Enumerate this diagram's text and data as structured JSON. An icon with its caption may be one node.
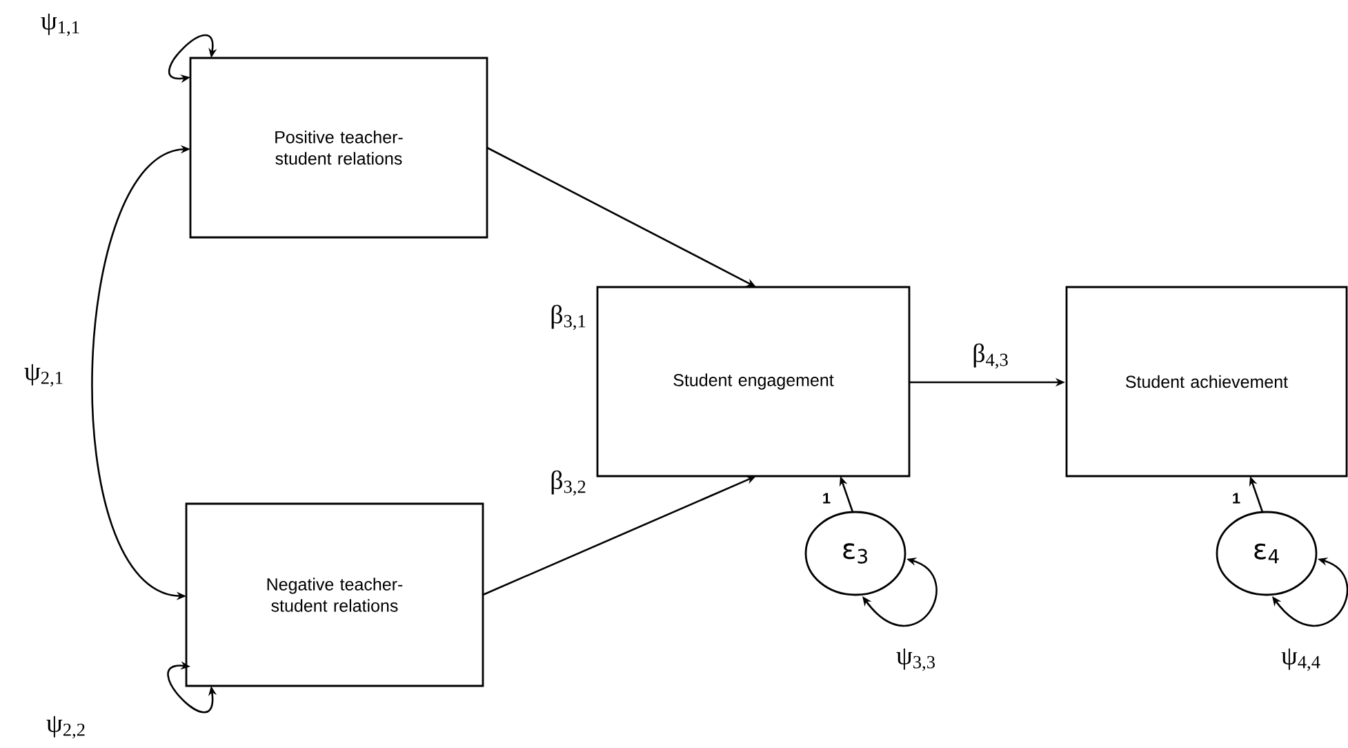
{
  "diagram": {
    "nodes": [
      {
        "text": [
          "Positive teacher-student relations"
        ]
      },
      {
        "text": [
          "Negative teacher-student relations"
        ]
      },
      {
        "text": [
          "Student engagement"
        ]
      },
      {
        "text": [
          "Student achievement"
        ]
      },
      {
        "text": [
          "ε$_{3}$"
        ]
      },
      {
        "text": [
          "ε$_{4}$"
        ]
      }
    ],
    "edges": [
      {
        "from": 0,
        "to": 2,
        "arrow": "to",
        "label": "β$_{3,1}$"
      },
      {
        "from": 1,
        "to": 2,
        "arrow": "to",
        "label": "β$_{3,2}$"
      },
      {
        "from": 2,
        "to": 3,
        "arrow": "to",
        "label": "β$_{4,3}$"
      },
      {
        "from": 4,
        "to": 2,
        "arrow": "to",
        "label": "1"
      },
      {
        "from": 5,
        "to": 3,
        "arrow": "to",
        "label": "1"
      },
      {
        "from": 0,
        "to": 1,
        "arrow": "both",
        "label": "ψ$_{2,1}$"
      },
      {
        "from": 0,
        "to": 0,
        "arrow": "both",
        "label": "ψ$_{1,1}$"
      },
      {
        "from": 1,
        "to": 1,
        "arrow": "both",
        "label": "ψ$_{2,2}$"
      },
      {
        "from": 4,
        "to": 4,
        "arrow": "both",
        "label": "ψ$_{3,3}$"
      },
      {
        "from": 5,
        "to": 5,
        "arrow": "both",
        "label": "ψ$_{4,4}$"
      }
    ]
  }
}
